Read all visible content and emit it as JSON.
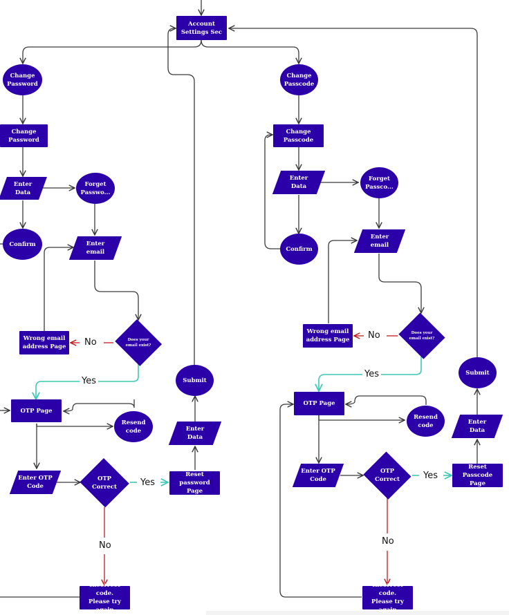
{
  "diagram": {
    "colors": {
      "node_fill": "#2c00a8",
      "node_text": "#ffffff",
      "edge": "#3a3a3a",
      "no_edge": "#c0191c",
      "yes_edge": "#3cc9b4"
    },
    "root": {
      "label": "Account\nSettings Sec"
    },
    "password_flow": {
      "start": "Change\nPassword",
      "page": "Change\nPassword",
      "enter_data": "Enter\nData",
      "forget": "Forget\nPasswo...",
      "confirm": "Confirm",
      "enter_email": "Enter\nemail",
      "email_check": "Does your\nemail exist?",
      "wrong_email": "Wrong email\naddress Page",
      "otp_page": "OTP Page",
      "resend": "Resend\ncode",
      "enter_otp": "Enter OTP\nCode",
      "otp_correct": "OTP\nCorrect",
      "reset_page": "Reset password\nPage",
      "enter_new_data": "Enter\nData",
      "submit": "Submit",
      "incorrect": "Incorrect code.\nPlease try again"
    },
    "passcode_flow": {
      "start": "Change\nPasscode",
      "page": "Change\nPasscode",
      "enter_data": "Enter\nData",
      "forget": "Forget\nPassco...",
      "confirm": "Confirm",
      "enter_email": "Enter\nemail",
      "email_check": "Does your\nemail exist?",
      "wrong_email": "Wrong email\naddress Page",
      "otp_page": "OTP Page",
      "resend": "Resend\ncode",
      "enter_otp": "Enter OTP\nCode",
      "otp_correct": "OTP\nCorrect",
      "reset_page": "Reset Passcode\nPage",
      "enter_new_data": "Enter\nData",
      "submit": "Submit",
      "incorrect": "Incorrect code.\nPlease try again"
    },
    "edge_labels": {
      "yes": "Yes",
      "no": "No"
    }
  }
}
